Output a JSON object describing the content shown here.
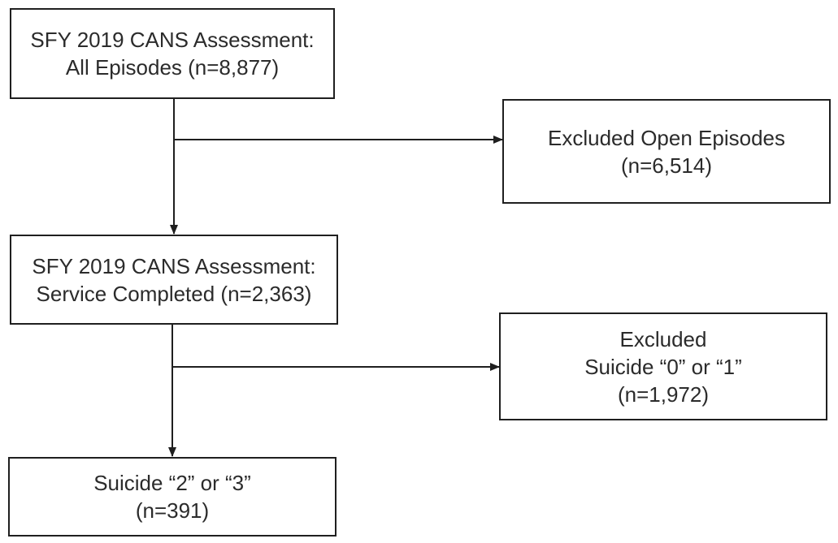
{
  "diagram": {
    "nodes": {
      "all_episodes": {
        "line1": "SFY 2019 CANS Assessment:",
        "line2": "All Episodes (n=8,877)"
      },
      "excluded_open": {
        "line1": "Excluded Open Episodes",
        "line2": "(n=6,514)"
      },
      "service_completed": {
        "line1": "SFY 2019 CANS Assessment:",
        "line2": "Service Completed (n=2,363)"
      },
      "excluded_suicide": {
        "line1": "Excluded",
        "line2": "Suicide “0” or “1”",
        "line3": "(n=1,972)"
      },
      "suicide_2_3": {
        "line1": "Suicide “2” or “3”",
        "line2": "(n=391)"
      }
    },
    "edges": [
      {
        "from": "all_episodes",
        "to": "service_completed"
      },
      {
        "from": "all_episodes",
        "to": "excluded_open"
      },
      {
        "from": "service_completed",
        "to": "suicide_2_3"
      },
      {
        "from": "service_completed",
        "to": "excluded_suicide"
      }
    ],
    "colors": {
      "stroke": "#1f1f1f",
      "text": "#2b2b2b",
      "background": "#ffffff"
    }
  }
}
